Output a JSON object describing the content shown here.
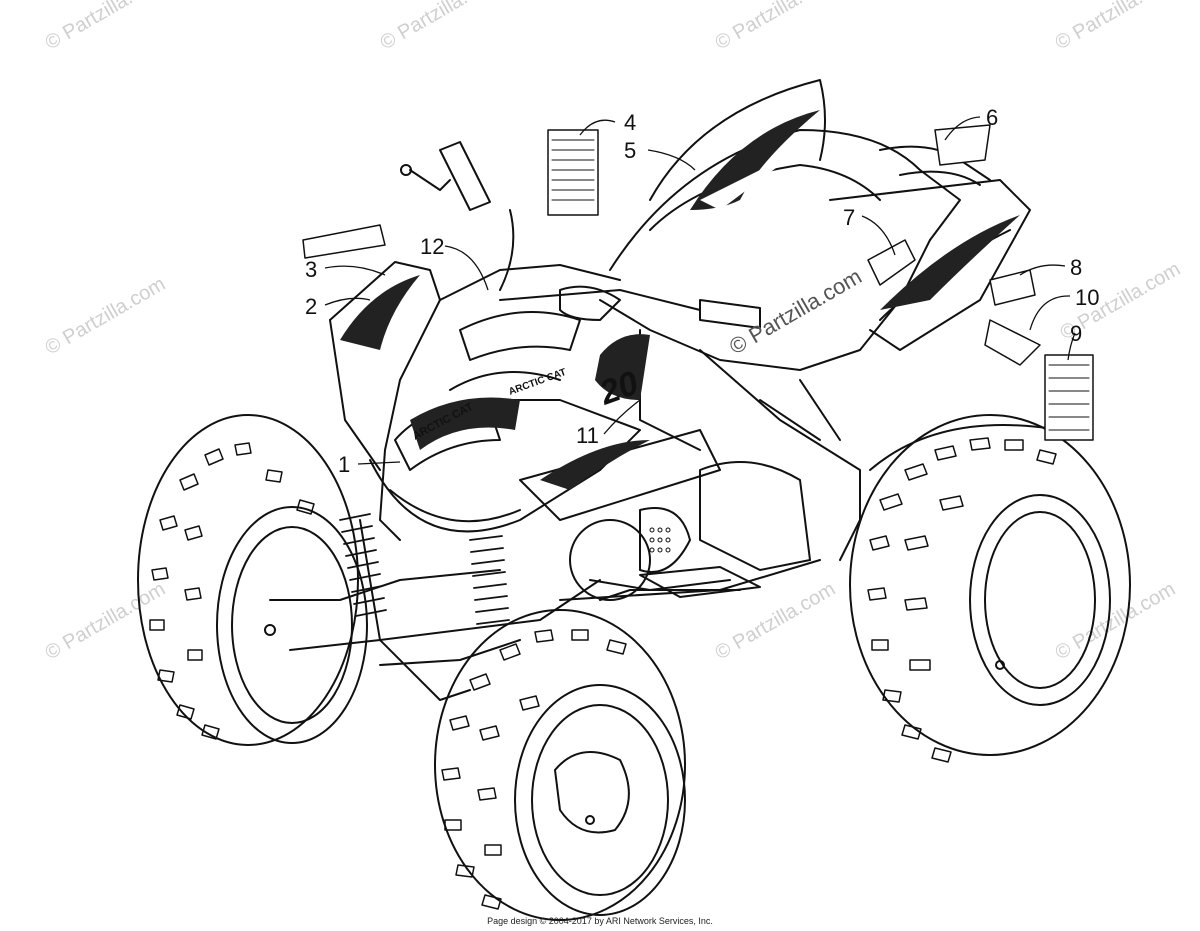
{
  "watermark": {
    "text": "© Partzilla.com",
    "center_text": "© Partzilla.com",
    "color": "#cfcfcf"
  },
  "callouts": [
    "1",
    "2",
    "3",
    "4",
    "5",
    "6",
    "7",
    "8",
    "9",
    "10",
    "11",
    "12"
  ],
  "decal_text": {
    "arctic_cat": "ARCTIC CAT",
    "number": "20"
  },
  "footer": "Page design © 2004-2017 by ARI Network Services, Inc."
}
